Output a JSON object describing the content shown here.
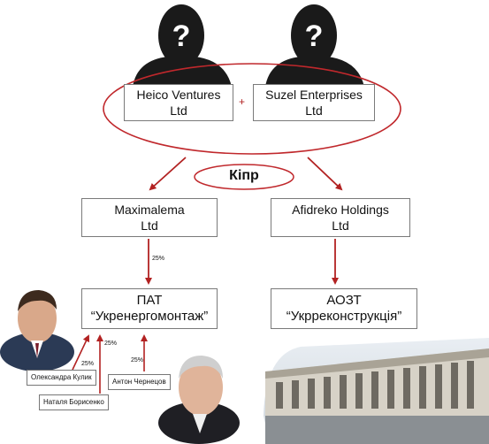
{
  "offshore": {
    "heico_line1": "Heico Ventures",
    "heico_line2": "Ltd",
    "suzel_line1": "Suzel Enterprises",
    "suzel_line2": "Ltd",
    "plus": "+"
  },
  "cyprus_label": "Кіпр",
  "companies": {
    "maximalema_line1": "Maximalema",
    "maximalema_line2": "Ltd",
    "afidreko_line1": "Afidreko Holdings",
    "afidreko_line2": "Ltd",
    "pat_line1": "ПАТ",
    "pat_line2": "“Укренергомонтаж”",
    "aozt_line1": "АОЗТ",
    "aozt_line2": "“Укрреконструкція”"
  },
  "shares": {
    "maximalema_to_pat": "25%",
    "kulyk": "25%",
    "borysenko": "25%",
    "chernetsov": "25%"
  },
  "people": {
    "kulyk": "Олександра Кулик",
    "borysenko": "Наталя Борисенко",
    "chernetsov": "Антон Чернецов"
  },
  "colors": {
    "arrow": "#b22222",
    "ellipse": "#c0282c",
    "box_border": "#7a7a7a",
    "silhouette": "#1a1a1a"
  },
  "icons": [
    "unknown-person-icon",
    "unknown-person-icon",
    "person-photo",
    "person-photo",
    "building-photo"
  ]
}
